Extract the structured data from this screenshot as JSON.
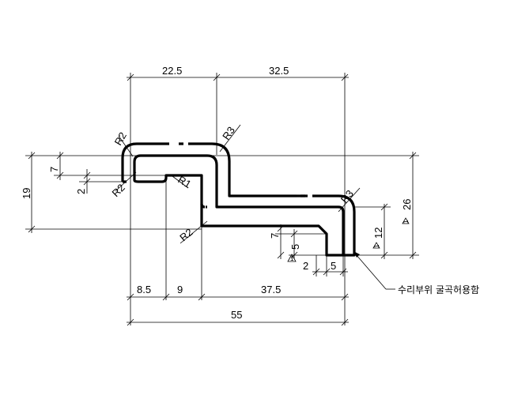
{
  "drawing": {
    "horizontal_dims": {
      "top_left": "22.5",
      "top_right": "32.5",
      "bottom_a": "8.5",
      "bottom_b": "9",
      "bottom_c": "37.5",
      "bottom_total": "55",
      "lip_gap": "2",
      "lip_width": "5"
    },
    "vertical_dims": {
      "height_19": "19",
      "height_7": "7",
      "gap_2": "2",
      "height_26": "26",
      "height_12": "12",
      "lip_7": "7",
      "lip_5": "5"
    },
    "radii": {
      "r_top_left": "R2",
      "r_inner_left": "R2",
      "r_inner": "R1",
      "r_top_right": "R3",
      "r_right": "R3",
      "r_bottom": "R2"
    },
    "tolerance_symbols": {
      "t26": "1",
      "t12": "1",
      "t5": "1"
    },
    "note": "수리부위 굴곡허용함"
  }
}
